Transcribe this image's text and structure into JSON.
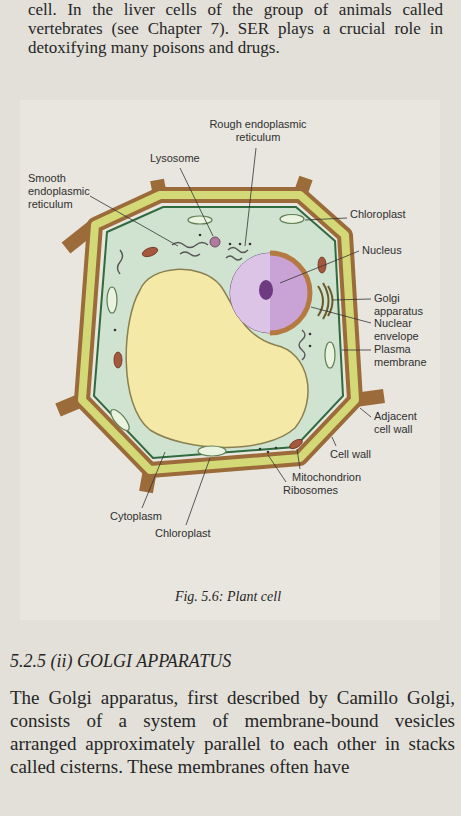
{
  "diagram": {
    "caption": "Fig. 5.6: Plant cell",
    "labels": [
      "cell. In the liver cells of the group of animals called vertebrates (see Chapter 7). SER plays a crucial role in detoxifying many poisons and drugs.",
      "Rough endoplasmic reticulum",
      "Lysosome",
      "Smooth endoplasmic reticulum",
      "Chloroplast",
      "Nucleus",
      "Golgi apparatus",
      "Nuclear envelope",
      "Plasma membrane",
      "Adjacent cell wall",
      "Cell wall",
      "Mitochondrion",
      "Ribosomes",
      "Cytoplasm",
      "Chloroplast",
      "5.2.5 (ii) GOLGI APPARATUS",
      "The Golgi apparatus, first described by Camillo Golgi, consists of a system of membrane-bound vesicles arranged approximately parallel to each other in stacks called cisterns. These membranes often have"
    ]
  }
}
